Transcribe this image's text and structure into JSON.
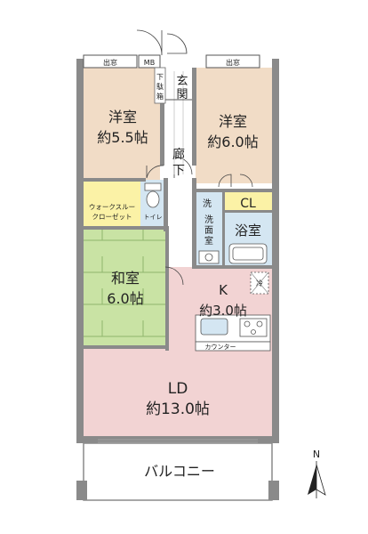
{
  "rooms": {
    "western_left": {
      "name": "洋室",
      "size": "約5.5帖"
    },
    "western_right": {
      "name": "洋室",
      "size": "約6.0帖"
    },
    "japanese": {
      "name": "和室",
      "size": "6.0帖"
    },
    "kitchen": {
      "name": "K",
      "size": "約3.0帖"
    },
    "living_dining": {
      "name": "LD",
      "size": "約13.0帖"
    },
    "walk_in_closet": {
      "line1": "ウォークスルー",
      "line2": "クローゼット"
    },
    "toilet": "トイレ",
    "washroom": {
      "line1": "洗",
      "line2": "面",
      "line3": "室"
    },
    "washer": "洗",
    "bathroom": "浴室",
    "closet": "CL",
    "hallway": {
      "line1": "廊",
      "line2": "下"
    },
    "entrance": {
      "line1": "玄",
      "line2": "関"
    },
    "shoe_box": {
      "line1": "下",
      "line2": "駄",
      "line3": "箱"
    },
    "balcony": "バルコニー"
  },
  "labels": {
    "bay_window_left": "出窓",
    "bay_window_right": "出窓",
    "meter_box": "MB",
    "counter": "カウンター",
    "refrigerator": "冷",
    "compass": "N"
  },
  "colors": {
    "western_room": "#f1dcc6",
    "japanese_room": "#c9e3a4",
    "ld_room": "#f2d3d3",
    "wet_area": "#d4e6f2",
    "closet": "#fbf2a6",
    "hall": "#ffffff",
    "wall": "#8a8a8a"
  }
}
